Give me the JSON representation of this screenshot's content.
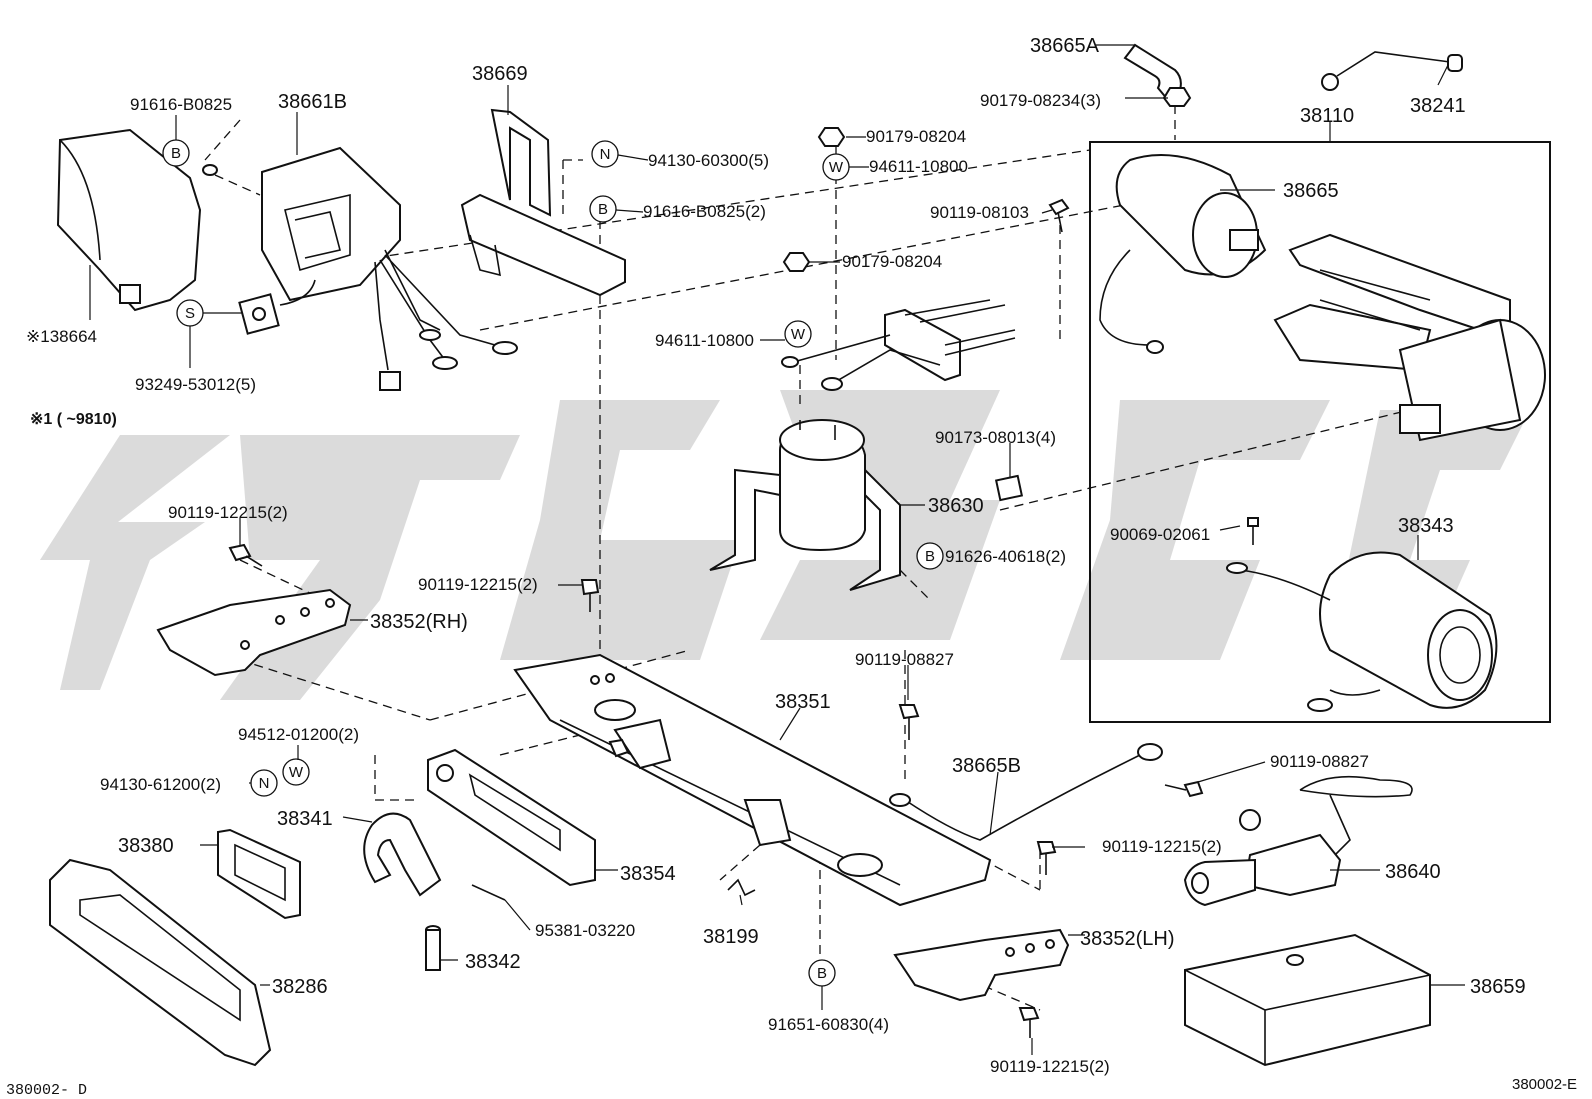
{
  "diagram_code_left": "380002- D",
  "diagram_code_right": "380002-E",
  "footnote": "※1 (      ~9810)",
  "symbols": {
    "B": "B",
    "N": "N",
    "S": "S",
    "W": "W"
  },
  "labels": {
    "p38665A": "38665A",
    "p90179_08234": "90179-08234(3)",
    "p38241": "38241",
    "p38110": "38110",
    "p38665": "38665",
    "p90119_08103": "90119-08103",
    "p38669": "38669",
    "p91616_B0825": "91616-B0825",
    "p38661B": "38661B",
    "p94130_60300": "94130-60300(5)",
    "p91616_B0825_2": "91616-B0825(2)",
    "p90179_08204_a": "90179-08204",
    "p94611_10800_a": "94611-10800",
    "p90179_08204_b": "90179-08204",
    "p138664": "※138664",
    "p93249_53012": "93249-53012(5)",
    "p94611_10800_b": "94611-10800",
    "p90173_08013": "90173-08013(4)",
    "p38630": "38630",
    "p91626_40618": "91626-40618(2)",
    "p90069_02061": "90069-02061",
    "p38343": "38343",
    "p90119_12215_a": "90119-12215(2)",
    "p38352RH": "38352(RH)",
    "p90119_12215_b": "90119-12215(2)",
    "p90119_08827_a": "90119-08827",
    "p38351": "38351",
    "p94512_01200": "94512-01200(2)",
    "p94130_61200": "94130-61200(2)",
    "p38665B": "38665B",
    "p90119_08827_b": "90119-08827",
    "p38341": "38341",
    "p90119_12215_c": "90119-12215(2)",
    "p38380": "38380",
    "p38354": "38354",
    "p38640": "38640",
    "p95381_03220": "95381-03220",
    "p38199": "38199",
    "p38352LH": "38352(LH)",
    "p38342": "38342",
    "p38286": "38286",
    "p38659": "38659",
    "p91651_60830": "91651-60830(4)",
    "p90119_12215_d": "90119-12215(2)"
  }
}
